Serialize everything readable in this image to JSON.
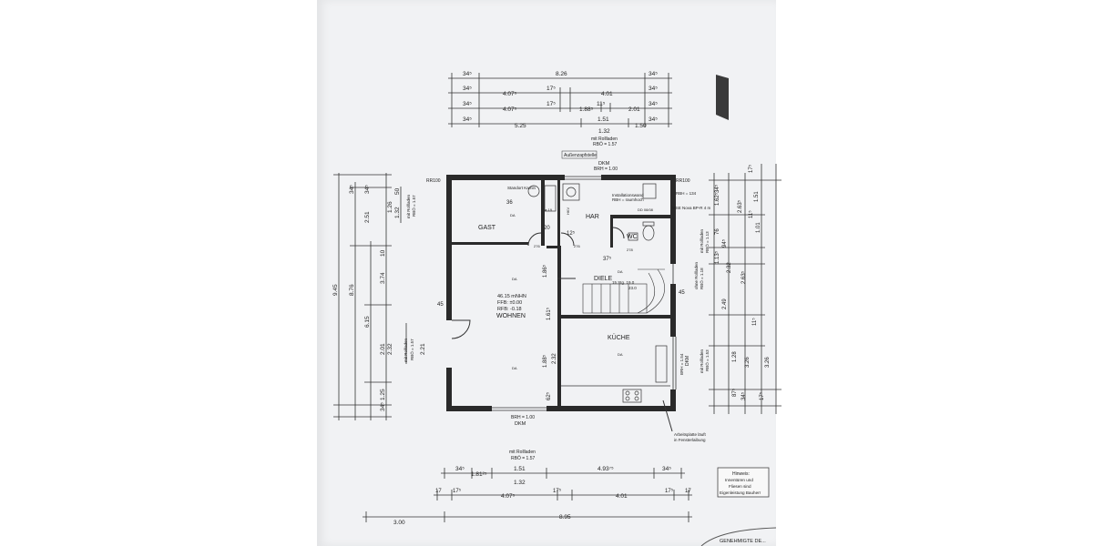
{
  "dims_top": {
    "row1": [
      "34⁵",
      "8.26",
      "34⁵"
    ],
    "row2": [
      "34⁵",
      "4.07⁵",
      "17⁵",
      "4.01",
      "34⁵"
    ],
    "row3": [
      "34⁵",
      "4.07⁵",
      "17⁵",
      "1.88⁵",
      "11⁵",
      "2.01",
      "34⁵"
    ],
    "row4": [
      "34⁵",
      "5.25",
      "1.51",
      "1.50",
      "34⁵"
    ],
    "sub": "1.32",
    "sub_note1": "mit Rollladen",
    "sub_note2": "RBÖ = 1.57"
  },
  "dims_left": {
    "total": "9.45",
    "second": "8.76",
    "third": "6.15",
    "a": "34⁵",
    "b": "34⁵",
    "c": "34⁵",
    "d": "2.51",
    "e": "3.74",
    "f": "2.01",
    "g": "1.25",
    "h": "1.32",
    "i": "1.26",
    "j": "50",
    "k": "10",
    "l": "2.32",
    "m": "2.21",
    "n": "mit Rollladen",
    "o": "RBÖ = 1.57"
  },
  "dims_right": {
    "a": "34⁵",
    "b": "1.62⁵",
    "c": "76",
    "d": "94⁵",
    "e": "1.13⁵",
    "f": "2.49",
    "g": "1.28",
    "h": "87⁵",
    "i": "34⁵",
    "j": "2.63⁵",
    "k": "1.01",
    "l": "2.32",
    "m": "2.63⁵",
    "n": "3.26",
    "o": "11⁵",
    "p": "1.51",
    "q": "17⁵",
    "r": "11⁵",
    "s": "3.26",
    "t": "17⁵",
    "u": "mit Rollladen",
    "v": "RBÖ = 1.53",
    "w": "ohne Rollladen",
    "x": "RBÖ = 1.18",
    "y": "mit Rollladen",
    "z": "RBÖ = 1.13"
  },
  "dims_bottom": {
    "note1": "mit Rollladen",
    "note2": "RBÖ = 1.57",
    "row1": [
      "34⁵",
      "1.81²⁵",
      "1.51",
      "4.93⁷⁵",
      "34⁵"
    ],
    "row1b": "1.32",
    "row2": [
      "17",
      "17⁵",
      "4.07⁵",
      "17⁵",
      "4.01",
      "17⁵",
      "17"
    ],
    "row3": [
      "3.00",
      "8.95"
    ]
  },
  "rooms": {
    "gast": "GAST",
    "har": "HAR",
    "wc": "WC",
    "diele": "DIELE",
    "wohnen": "WOHNEN",
    "kueche": "KÜCHE",
    "area_line1": "46.15 mNHN",
    "area_line2": "FFB: ±0.00",
    "area_line3": "RFB: -0.18"
  },
  "labels": {
    "aussenzapf": "Außenzapfstelle",
    "dkm_top": "DKM",
    "brh_top": "BRH = 1.00",
    "rr100_left": "RR100",
    "rr100_right": "RR100",
    "standort": "Standort Kamin",
    "inst1": "Installationswand",
    "inst2": "RBH = raumhoch",
    "rbh134": "RBH = 134",
    "mse": "MSE Nova BP-R 4 m",
    "stair1": "15 Stg. 19.0",
    "stair2": "23.0",
    "brh_bottom": "BRH = 1.00",
    "dkm_bottom": "DKM",
    "brh_right": "BRH = 1.54",
    "dkm_right": "DKM",
    "arbeits1": "Arbeitsplatte läuft",
    "arbeits2": "in Fensterlaibung",
    "n36": "36",
    "n20": "20",
    "n12": "12⁵",
    "n37": "37⁵",
    "n45l": "45",
    "n45r": "45",
    "n186": "1.86⁵",
    "n161": "1.61⁵",
    "n188": "1.88⁵",
    "n232": "2.32",
    "n62": "62⁵",
    "n276a": "276",
    "n276b": "276",
    "n278": "278",
    "da": "DA",
    "e119": "ø 19",
    "hkv": "HKV",
    "ds": "DD 08/08"
  },
  "hint": {
    "title": "Hinweis:",
    "line1": "Innentüren und",
    "line2": "Fliesen sind",
    "line3": "Eigenleistung Bauherr"
  },
  "footer": "GENEHMIGTE DE..."
}
